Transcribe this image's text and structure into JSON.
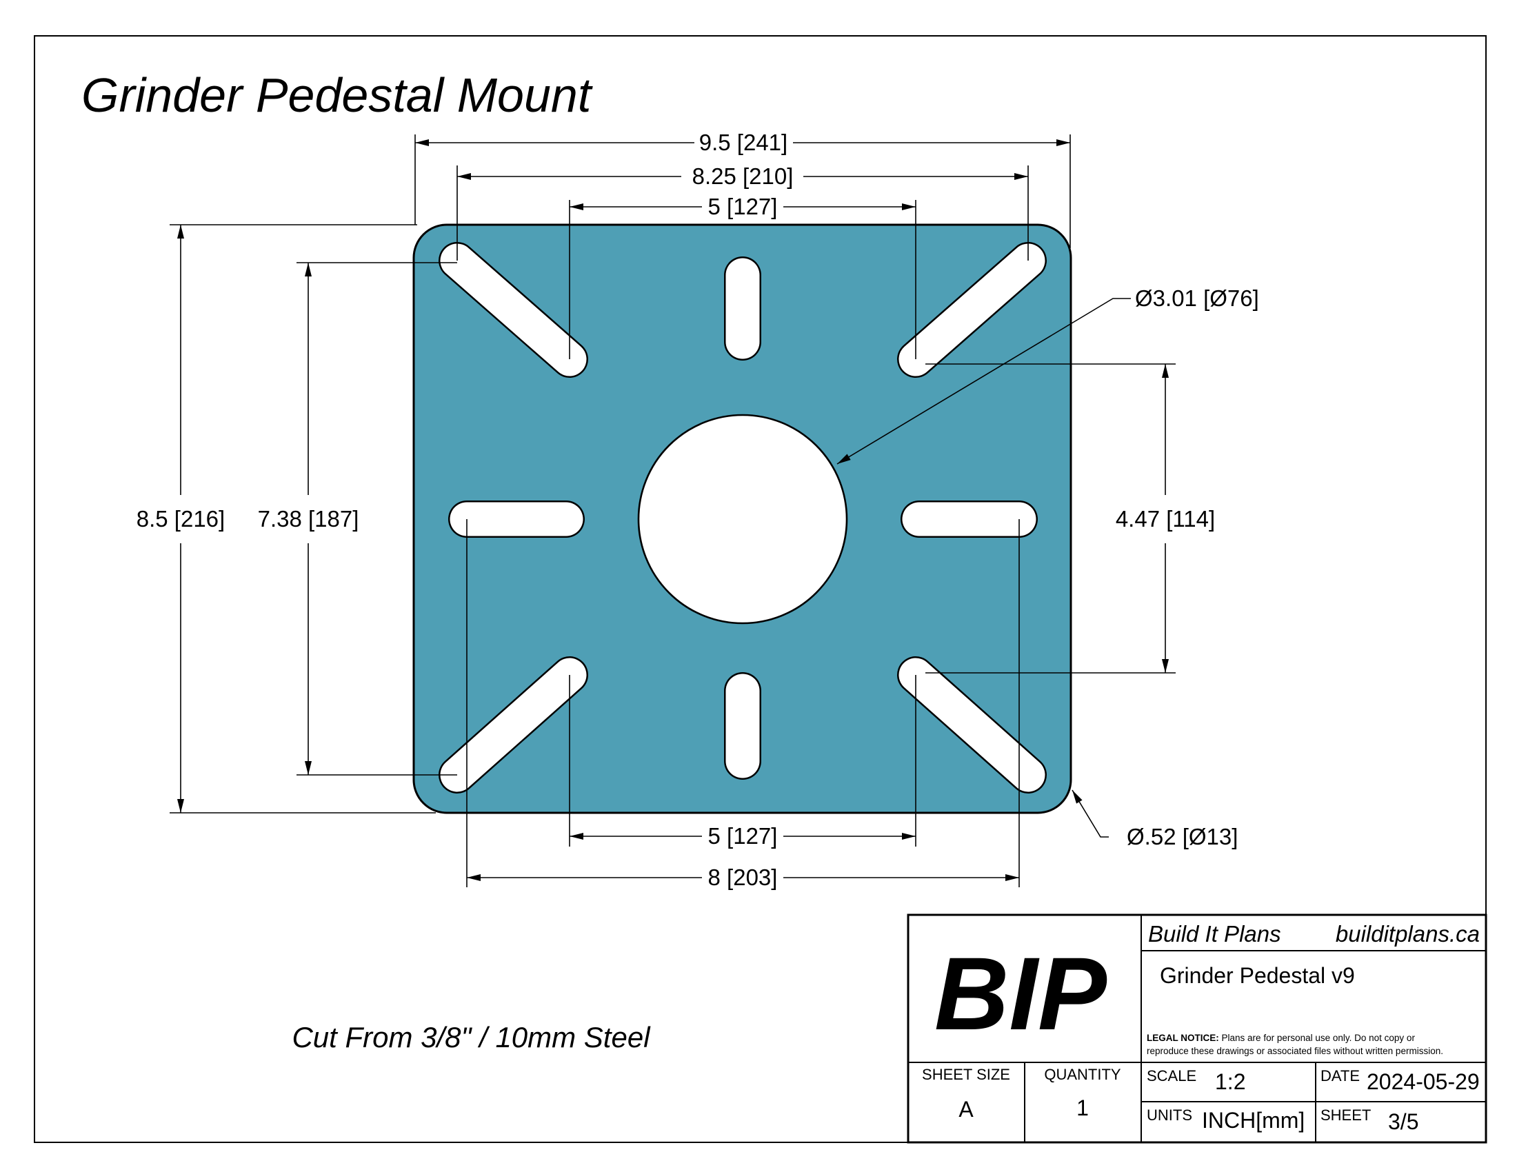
{
  "drawing": {
    "title": "Grinder Pedestal Mount",
    "plate_color": "#4f9fb5",
    "note": "Cut From 3/8\" / 10mm Steel"
  },
  "dimensions": {
    "overall_width": "9.5 [241]",
    "slot_outer_width": "8.25 [210]",
    "top_bolt_spacing": "5 [127]",
    "center_hole_diameter": "Ø3.01 [Ø76]",
    "overall_height": "8.5 [216]",
    "slot_outer_height": "7.38 [187]",
    "right_vertical_spacing": "4.47 [114]",
    "bottom_bolt_spacing": "5 [127]",
    "slot_width": "Ø.52 [Ø13]",
    "bottom_slot_spacing": "8 [203]"
  },
  "title_block": {
    "logo": "BIP",
    "company": "Build It Plans",
    "website": "builditplans.ca",
    "project": "Grinder Pedestal v9",
    "legal_label": "LEGAL NOTICE:",
    "legal_line1": "Plans are for personal use only. Do not copy or",
    "legal_line2": "reproduce these drawings or associated files without written permission.",
    "sheet_size_label": "SHEET SIZE",
    "sheet_size": "A",
    "quantity_label": "QUANTITY",
    "quantity": "1",
    "scale_label": "SCALE",
    "scale": "1:2",
    "date_label": "DATE",
    "date": "2024-05-29",
    "units_label": "UNITS",
    "units": "INCH[mm]",
    "sheet_label": "SHEET",
    "sheet": "3/5"
  }
}
